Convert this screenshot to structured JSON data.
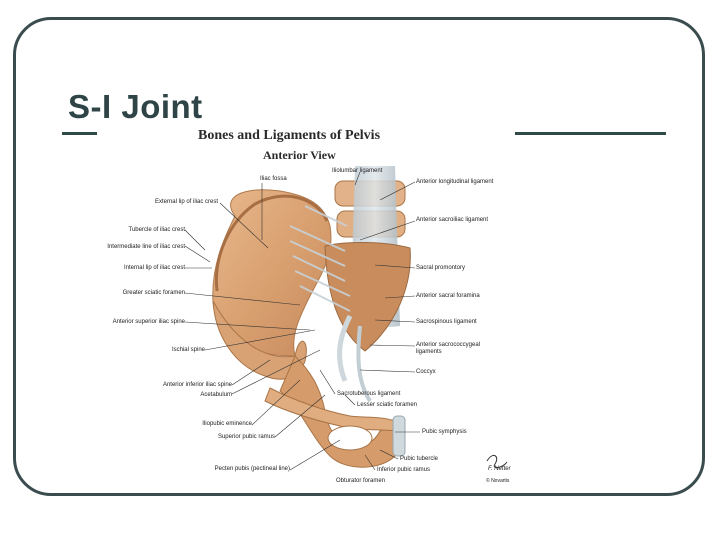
{
  "slide": {
    "title": "S-I Joint"
  },
  "figure": {
    "title": "Bones and Ligaments of Pelvis",
    "subtitle": "Anterior View",
    "labels_left": [
      "Iliac fossa",
      "External lip of iliac crest",
      "Tubercle of iliac crest",
      "Intermediate line of iliac crest",
      "Internal lip of iliac crest",
      "Greater sciatic foramen",
      "Anterior superior iliac spine",
      "Ischial spine",
      "Anterior inferior iliac spine",
      "Acetabulum",
      "Iliopubic eminence",
      "Superior pubic ramus",
      "Pecten pubis (pectineal line)"
    ],
    "labels_right": [
      "Iliolumbar ligament",
      "Anterior longitudinal ligament",
      "Anterior sacroiliac ligament",
      "Sacral promontory",
      "Anterior sacral foramina",
      "Sacrospinous ligament",
      "Anterior sacrococcygeal ligaments",
      "Coccyx",
      "Sacrotuberous ligament",
      "Lesser sciatic foramen",
      "Pubic symphysis",
      "Pubic tubercle",
      "Inferior pubic ramus",
      "Obturator foramen"
    ],
    "signature": "F. Netter",
    "copyright": "© Novartis"
  }
}
